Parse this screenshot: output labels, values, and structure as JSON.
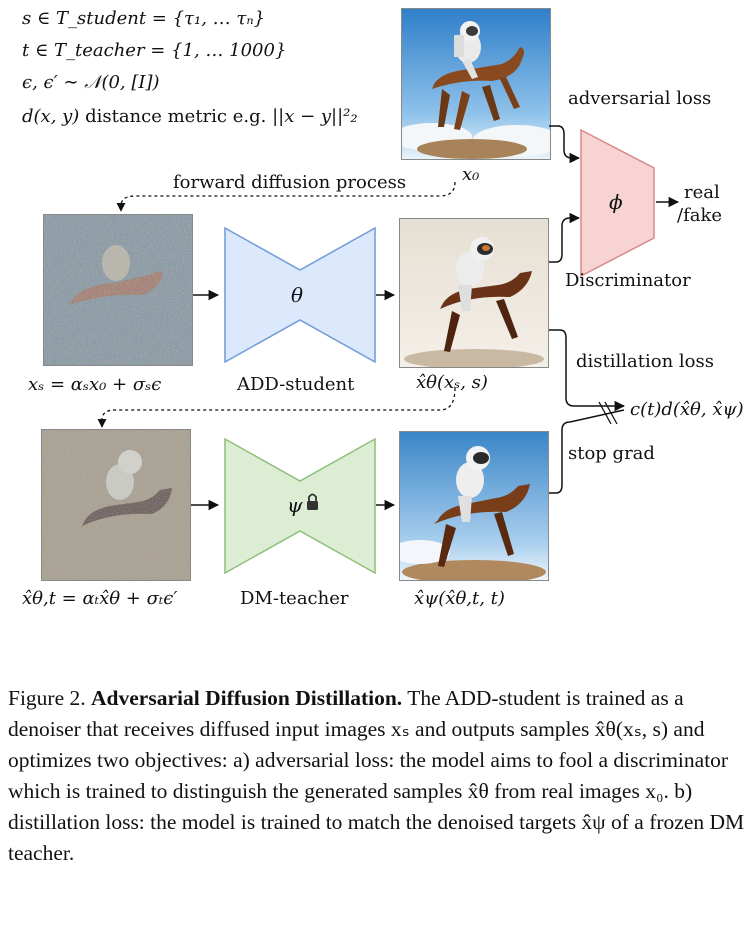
{
  "definitions": {
    "line1": "s ∈ T_student = {τ₁, … τₙ}",
    "line2": "t ∈ T_teacher = {1, … 1000}",
    "line3": "ϵ, ϵ′ ∼ 𝒩(0, [I])",
    "line4_text": "distance metric e.g.",
    "line4_math_left": "d(x, y)",
    "line4_math_right": "||x − y||²₂"
  },
  "labels": {
    "adversarial_loss": "adversarial loss",
    "forward_diffusion": "forward diffusion process",
    "x0": "x₀",
    "real": "real",
    "fake": "/fake",
    "discriminator": "Discriminator",
    "phi": "ϕ",
    "theta": "θ",
    "psi": "ψ",
    "xs_eq": "xₛ = αₛx₀ + σₛϵ",
    "add_student": "ADD-student",
    "xhat_theta": "x̂θ(xₛ, s)",
    "distillation_loss": "distillation loss",
    "ctd": "c(t)d(x̂θ, x̂ψ)",
    "stop_grad": "stop grad",
    "xhat_theta_t_eq": "x̂θ,t = αₜx̂θ + σₜϵ′",
    "dm_teacher": "DM-teacher",
    "xhat_psi": "x̂ψ(x̂θ,t, t)"
  },
  "icons": {
    "lock": "lock-icon"
  },
  "colors": {
    "student_fill": "#dce8fb",
    "student_stroke": "#6f9ad6",
    "teacher_fill": "#dcedd3",
    "teacher_stroke": "#8cbf7a",
    "disc_fill": "#f7d3d3",
    "disc_stroke": "#d88a8a"
  },
  "caption": {
    "prefix": "Figure 2.",
    "title": "Adversarial Diffusion Distillation.",
    "body": "The ADD-student is trained as a denoiser that receives diffused input images xₛ and outputs samples x̂θ(xₛ, s) and optimizes two objectives: a) adversarial loss: the model aims to fool a discriminator which is trained to distinguish the generated samples x̂θ from real images x₀. b) distillation loss: the model is trained to match the denoised targets x̂ψ of a frozen DM teacher."
  }
}
